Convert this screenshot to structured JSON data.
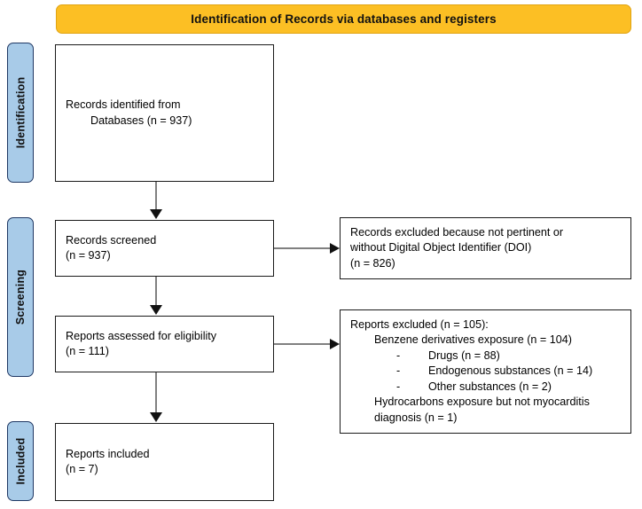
{
  "banner": {
    "title": "Identification of Records via databases and registers",
    "fill_color": "#fcbf24",
    "border_color": "#e0a312"
  },
  "stages": {
    "fill_color": "#a8cbe8",
    "border_color": "#1f3864",
    "items": [
      {
        "label": "Identification"
      },
      {
        "label": "Screening"
      },
      {
        "label": "Included"
      }
    ]
  },
  "boxes": {
    "identified": {
      "line1": "Records identified from",
      "line2": "Databases (n = 937)"
    },
    "screened": {
      "line1": "Records screened",
      "line2": "(n = 937)"
    },
    "excluded_records": {
      "line1": "Records excluded because not pertinent or",
      "line2": "without Digital Object Identifier (DOI)",
      "line3": "(n = 826)"
    },
    "eligibility": {
      "line1": "Reports assessed for eligibility",
      "line2": "(n = 111)"
    },
    "excluded_reports": {
      "line1": "Reports excluded (n = 105):",
      "line2": "Benzene derivatives exposure (n = 104)",
      "bullet_marker": "-",
      "bullet1": "Drugs (n = 88)",
      "bullet2": "Endogenous substances (n = 14)",
      "bullet3": "Other substances (n = 2)",
      "line6": "Hydrocarbons exposure but not myocarditis",
      "line7": "diagnosis (n = 1)"
    },
    "included": {
      "line1": "Reports included",
      "line2": "(n = 7)"
    }
  },
  "connectors": {
    "line_color": "#808080",
    "arrowhead_color": "#111111"
  }
}
